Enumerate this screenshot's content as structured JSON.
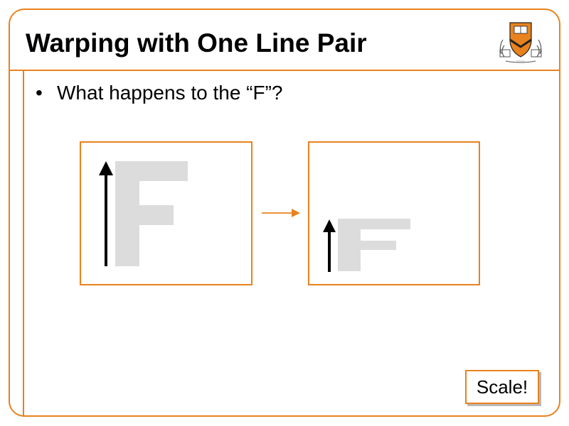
{
  "slide": {
    "title": "Warping with One Line Pair",
    "bullet_glyph": "•",
    "bullet_text": "What happens to the “F”?",
    "callout": "Scale!"
  },
  "colors": {
    "accent": "#e8821e",
    "letter_fill": "#dcdcdc",
    "arrow": "#000000",
    "shield": "#e8821e"
  },
  "figure": {
    "source_panel": {
      "glyph": "F",
      "line_arrow": "up-arrow"
    },
    "target_panel": {
      "glyph": "F",
      "line_arrow": "up-arrow"
    },
    "transition_arrow": "right-arrow"
  },
  "logo": {
    "name": "university-seal-icon"
  }
}
